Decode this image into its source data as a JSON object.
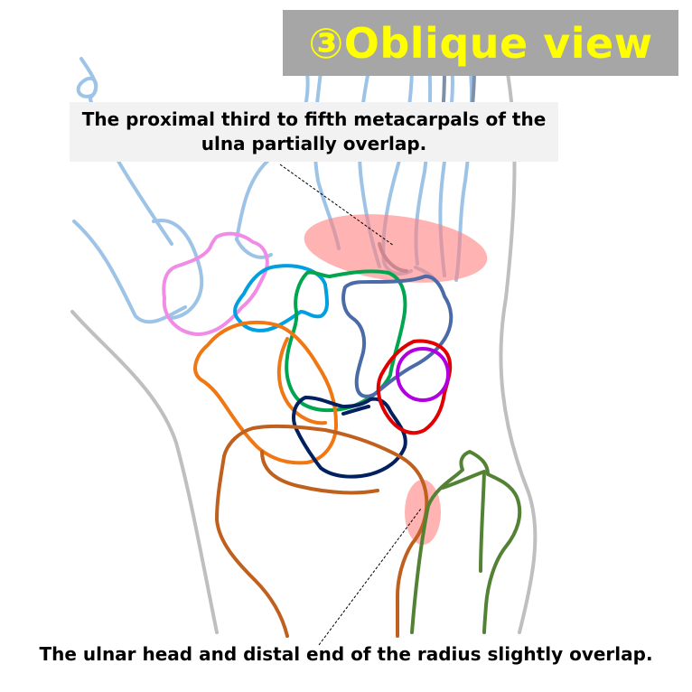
{
  "title": "③Oblique view",
  "annotations": {
    "top": "The proximal third to fifth metacarpals of the ulna partially overlap.",
    "bottom": "The ulnar head and distal end of the radius slightly overlap."
  },
  "colors": {
    "title_bg": "#a6a6a6",
    "title_text": "#ffff00",
    "note_bg": "#f2f2f2",
    "soft_tissue": "#bfbfbf",
    "metacarpal": "#9dc3e6",
    "trapezium": "#f08ce6",
    "trapezoid": "#00a0e0",
    "capitate": "#00a550",
    "hamate": "#4a6aa8",
    "scaphoid": "#f07814",
    "lunate": "#002060",
    "triquetrum": "#e00000",
    "pisiform": "#b000e0",
    "radius": "#c0601e",
    "ulna": "#548235",
    "highlight": "#ff8080"
  }
}
